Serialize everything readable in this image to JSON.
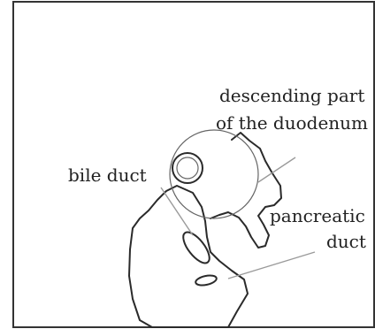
{
  "labels": {
    "duodenum_line1": "descending part",
    "duodenum_line2": "of the duodenum",
    "bile_duct": "bile duct",
    "pancreatic_line1": "pancreatic",
    "pancreatic_line2": "duct"
  }
}
